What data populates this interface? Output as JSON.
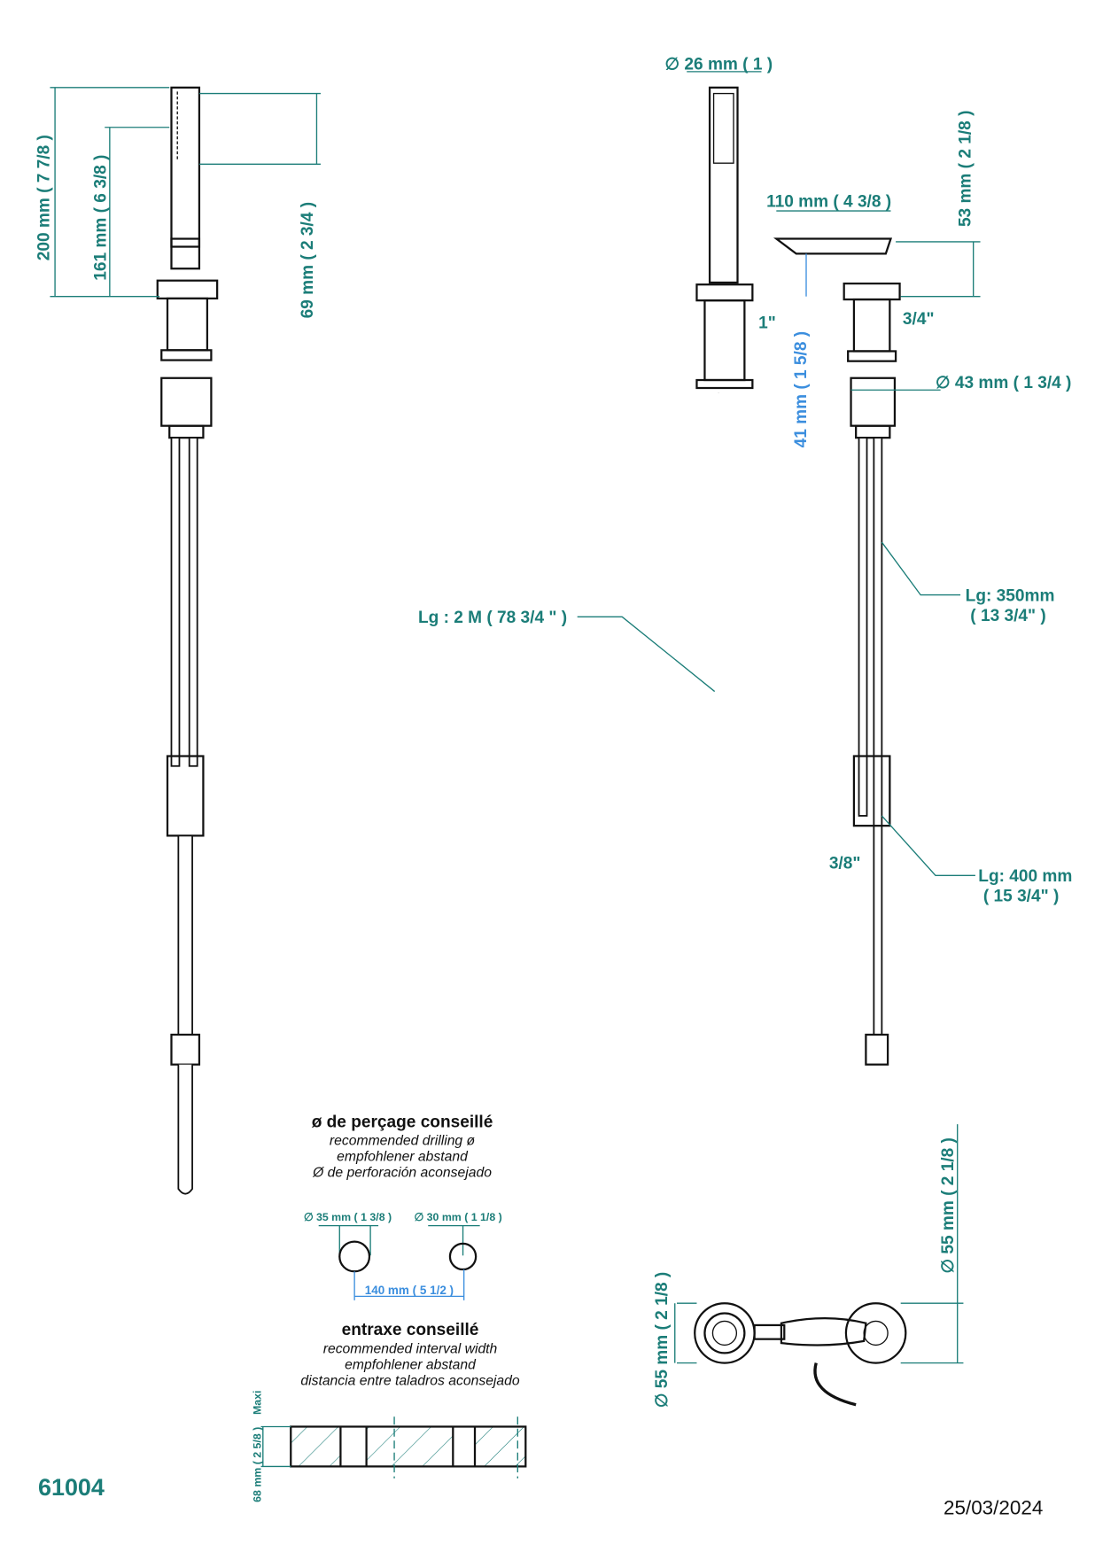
{
  "left_view": {
    "dim_200": "200 mm ( 7 7/8 )",
    "dim_161": "161 mm ( 6 3/8 )",
    "dim_69": "69 mm ( 2 3/4 )"
  },
  "right_view": {
    "dia_26": "∅ 26 mm ( 1 )",
    "dim_110": "110 mm ( 4 3/8 )",
    "dim_53": "53 mm ( 2 1/8 )",
    "thread_1": "1\"",
    "thread_34": "3/4\"",
    "dim_41": "41 mm ( 1 5/8 )",
    "dia_43": "∅ 43 mm ( 1 3/4 )",
    "hose_2m": "Lg : 2 M ( 78 3/4 \" )",
    "hose_350_a": "Lg: 350mm",
    "hose_350_b": "( 13 3/4\" )",
    "thread_38": "3/8\"",
    "hose_400_a": "Lg: 400 mm",
    "hose_400_b": "( 15 3/4\" )",
    "dia_55_v": "∅ 55 mm ( 2 1/8 )",
    "dia_55_h": "∅ 55 mm ( 2 1/8 )"
  },
  "drilling": {
    "title": "ø de perçage conseillé",
    "en": "recommended drilling ø",
    "de": "empfohlener abstand",
    "es": "Ø de perforación aconsejado",
    "dia_35": "∅ 35 mm ( 1 3/8 )",
    "dia_30": "∅ 30 mm ( 1 1/8 )",
    "spacing": "140 mm ( 5 1/2 )"
  },
  "interval": {
    "title": "entraxe conseillé",
    "en": "recommended interval width",
    "de": "empfohlener abstand",
    "es": "distancia entre taladros aconsejado",
    "max": "Maxi",
    "dim_68": "68 mm ( 2 5/8 )"
  },
  "footer": {
    "reference": "61004",
    "date": "25/03/2024"
  },
  "colors": {
    "dimension": "#1b7d78",
    "dimension_alt": "#3b8ede"
  }
}
